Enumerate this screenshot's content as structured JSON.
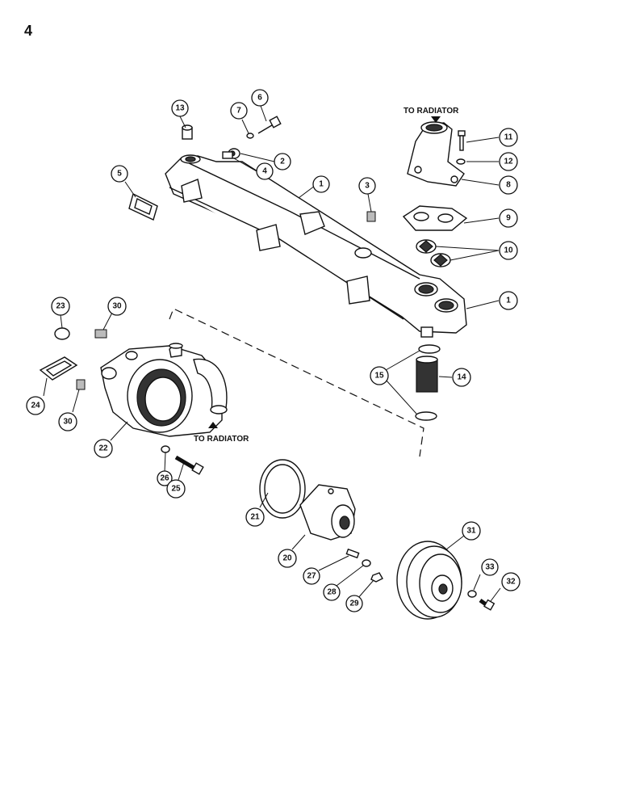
{
  "page_number": "4",
  "annotations": {
    "to_radiator_top": "TO RADIATOR",
    "to_radiator_bottom": "TO RADIATOR"
  },
  "callouts": [
    {
      "id": "c13",
      "label": "13"
    },
    {
      "id": "c7",
      "label": "7"
    },
    {
      "id": "c6",
      "label": "6"
    },
    {
      "id": "c2",
      "label": "2"
    },
    {
      "id": "c4",
      "label": "4"
    },
    {
      "id": "c5",
      "label": "5"
    },
    {
      "id": "c1a",
      "label": "1"
    },
    {
      "id": "c3",
      "label": "3"
    },
    {
      "id": "c11",
      "label": "11"
    },
    {
      "id": "c12",
      "label": "12"
    },
    {
      "id": "c8",
      "label": "8"
    },
    {
      "id": "c9",
      "label": "9"
    },
    {
      "id": "c10",
      "label": "10"
    },
    {
      "id": "c1b",
      "label": "1"
    },
    {
      "id": "c23",
      "label": "23"
    },
    {
      "id": "c30a",
      "label": "30"
    },
    {
      "id": "c24",
      "label": "24"
    },
    {
      "id": "c30b",
      "label": "30"
    },
    {
      "id": "c22",
      "label": "22"
    },
    {
      "id": "c15",
      "label": "15"
    },
    {
      "id": "c14",
      "label": "14"
    },
    {
      "id": "c26",
      "label": "26"
    },
    {
      "id": "c25",
      "label": "25"
    },
    {
      "id": "c21",
      "label": "21"
    },
    {
      "id": "c20",
      "label": "20"
    },
    {
      "id": "c27",
      "label": "27"
    },
    {
      "id": "c28",
      "label": "28"
    },
    {
      "id": "c29",
      "label": "29"
    },
    {
      "id": "c31",
      "label": "31"
    },
    {
      "id": "c33",
      "label": "33"
    },
    {
      "id": "c32",
      "label": "32"
    }
  ]
}
